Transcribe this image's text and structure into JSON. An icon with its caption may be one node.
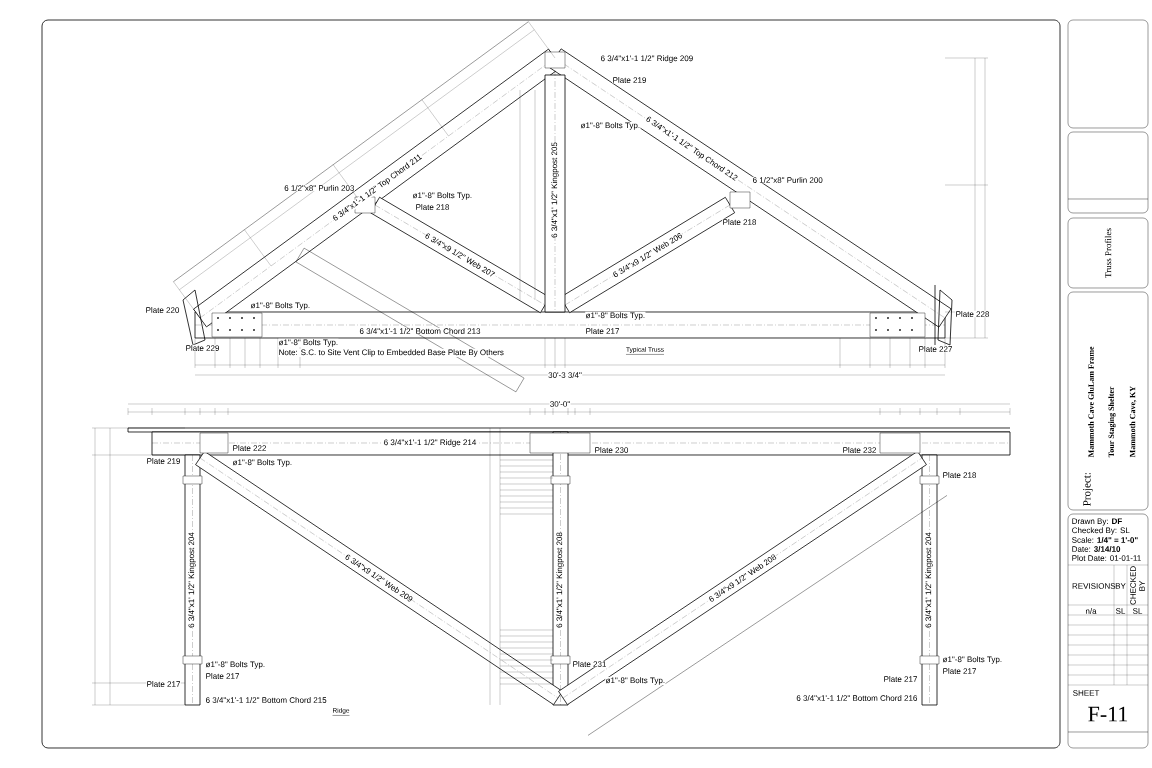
{
  "diagram": {
    "nodes": [
      {
        "text": [],
        "shape": "box"
      },
      {
        "text": [],
        "shape": "box"
      },
      {
        "text": [
          "Truss Profiles"
        ]
      },
      {
        "text": [
          "Project:",
          "Mammoth Cave GluLam Frame",
          "Tour Staging Shelter",
          "Mammoth Cave, KY"
        ]
      },
      {
        "text": [
          "Drawn By: **DF**",
          "Checked By: SL",
          "Scale: **1/4\" = 1'-0\"**",
          "Date: **3/14/10**",
          "Plot Date: 01-01-11",
          "SHEET",
          "F-11"
        ]
      }
    ],
    "labels": [
      "6 3/4\"x1'-1 1/2\" Ridge 209",
      "Plate 219",
      "ø1\"-8\" Bolts Typ.",
      "6 3/4\"x1'-1 1/2\" Top Chord 211",
      "6 1/2\"x8\" Purlin 203",
      "ø1\"-8\" Bolts Typ.",
      "Plate 218",
      "6 3/4\"x1' 1/2\" Kingpost 205",
      "6 3/4\"x1'-1 1/2\" Top Chord 212",
      "6 1/2\"x8\" Purlin 200",
      "Plate 218",
      "6 3/4\"x9 1/2\" Web 207",
      "6 3/4\"x9 1/2\" Web 206",
      "Plate 220",
      "ø1\"-8\" Bolts Typ.",
      "6 3/4\"x1'-1 1/2\" Bottom Chord 213",
      "ø1\"-8\" Bolts Typ.",
      "Note: S.C. to Site Vent Clip to Embedded Base Plate By Others",
      "Plate 229",
      "ø1\"-8\" Bolts Typ.",
      "Plate 217",
      "Plate 228",
      "Plate 227",
      "Typical Truss",
      "30'-3 3/4\"",
      "30'-0\"",
      "6 3/4\"x1'-1 1/2\" Ridge 214",
      "Plate 222",
      "ø1\"-8\" Bolts Typ.",
      "Plate 219",
      "6 3/4\"x1' 1/2\" Kingpost 204",
      "6 3/4\"x9 1/2\" Web 209",
      "ø1\"-8\" Bolts Typ.",
      "Plate 217",
      "Plate 217",
      "6 3/4\"x1'-1 1/2\" Bottom Chord 215",
      "Ridge",
      "Plate 230",
      "6 3/4\"x1' 1/2\" Kingpost 208",
      "6 3/4\"x9 1/2\" Web 208",
      "Plate 231",
      "ø1\"-8\" Bolts Typ.",
      "Plate 232",
      "Plate 218",
      "6 3/4\"x1' 1/2\" Kingpost 204",
      "ø1\"-8\" Bolts Typ.",
      "Plate 217",
      "Plate 217",
      "6 3/4\"x1'-1 1/2\" Bottom Chord 216",
      "REVISIONS",
      "BY",
      "CHECKED BY",
      "n/a",
      "SL",
      "SL"
    ]
  }
}
